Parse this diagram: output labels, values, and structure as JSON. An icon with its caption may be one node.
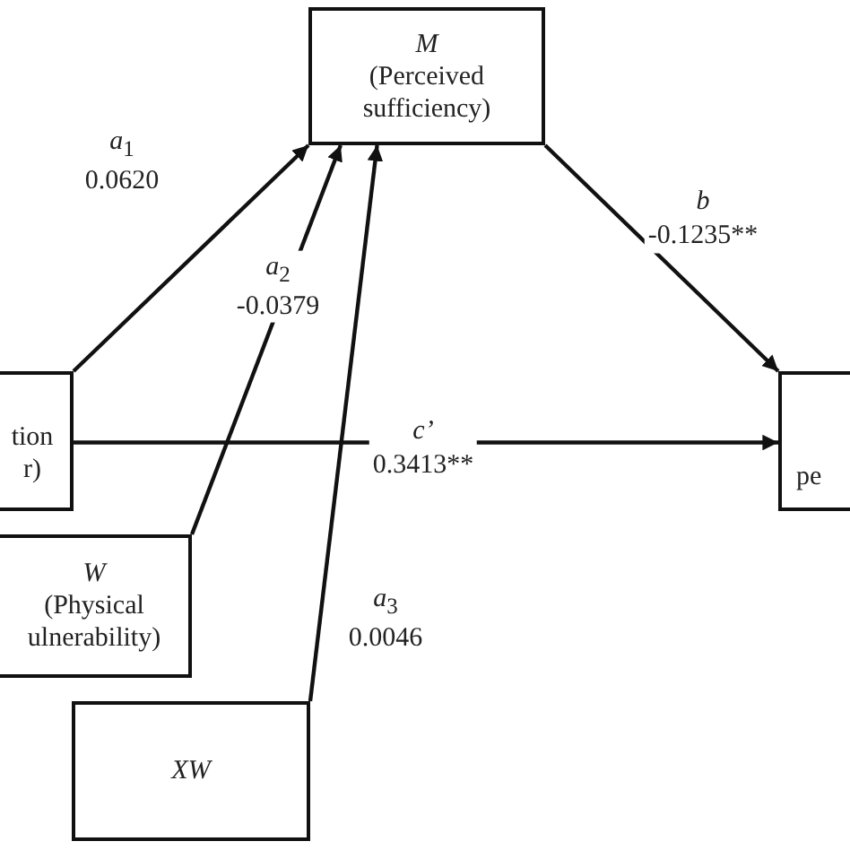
{
  "diagram": {
    "nodes": [
      {
        "text": [
          "M",
          "(Perceived sufficiency)"
        ]
      },
      {
        "text": [
          "tion r)"
        ]
      },
      {
        "text": [
          "W",
          "(Physical ulnerability)"
        ]
      },
      {
        "text": [
          "XW"
        ]
      },
      {
        "text": [
          "pe"
        ]
      }
    ],
    "edges": [
      {
        "from": 1,
        "to": 0,
        "arrow": "to",
        "label": "*a*$_{1}$ 0.0620"
      },
      {
        "from": 2,
        "to": 0,
        "arrow": "to",
        "label": "*a*$_{2}$ -0.0379"
      },
      {
        "from": 3,
        "to": 0,
        "arrow": "to",
        "label": "*a*$_{3}$ 0.0046"
      },
      {
        "from": 0,
        "to": 4,
        "arrow": "to",
        "label": "*b* -0.1235**"
      },
      {
        "from": 1,
        "to": 4,
        "arrow": "to",
        "label": "*c’* 0.3413**"
      }
    ]
  }
}
